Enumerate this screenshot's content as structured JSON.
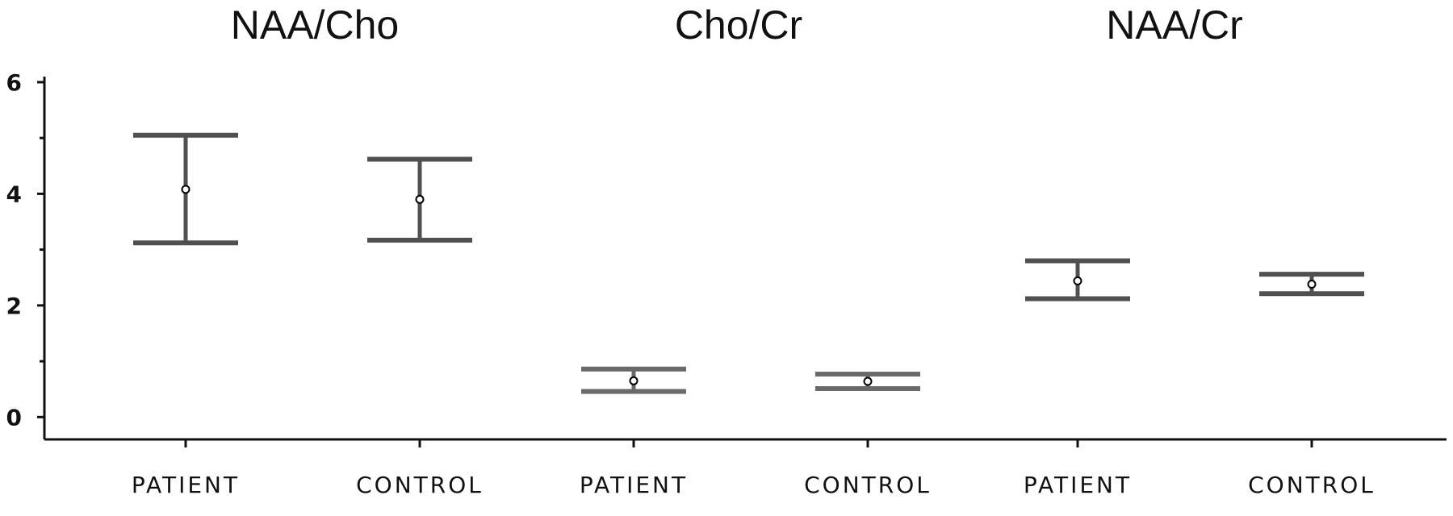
{
  "chart_data": {
    "type": "errorbar",
    "title": "",
    "xlabel": "",
    "ylabel": "",
    "ylim": [
      -0.4,
      6.1
    ],
    "yticks": [
      0,
      2,
      4,
      6
    ],
    "grid": false,
    "legend": "none",
    "colors": {
      "bar_dark": "#505050",
      "bar_light": "#6a6a6a",
      "axis": "#111111"
    },
    "groups": [
      {
        "label": "NAA/Cho",
        "points": [
          {
            "category": "PATIENT",
            "mean": 4.08,
            "lower": 3.12,
            "upper": 5.05,
            "tone": "dark"
          },
          {
            "category": "CONTROL",
            "mean": 3.9,
            "lower": 3.17,
            "upper": 4.62,
            "tone": "dark"
          }
        ]
      },
      {
        "label": "Cho/Cr",
        "points": [
          {
            "category": "PATIENT",
            "mean": 0.65,
            "lower": 0.46,
            "upper": 0.86,
            "tone": "light"
          },
          {
            "category": "CONTROL",
            "mean": 0.64,
            "lower": 0.51,
            "upper": 0.77,
            "tone": "light"
          }
        ]
      },
      {
        "label": "NAA/Cr",
        "points": [
          {
            "category": "PATIENT",
            "mean": 2.44,
            "lower": 2.12,
            "upper": 2.8,
            "tone": "dark"
          },
          {
            "category": "CONTROL",
            "mean": 2.38,
            "lower": 2.21,
            "upper": 2.56,
            "tone": "dark"
          }
        ]
      }
    ]
  }
}
